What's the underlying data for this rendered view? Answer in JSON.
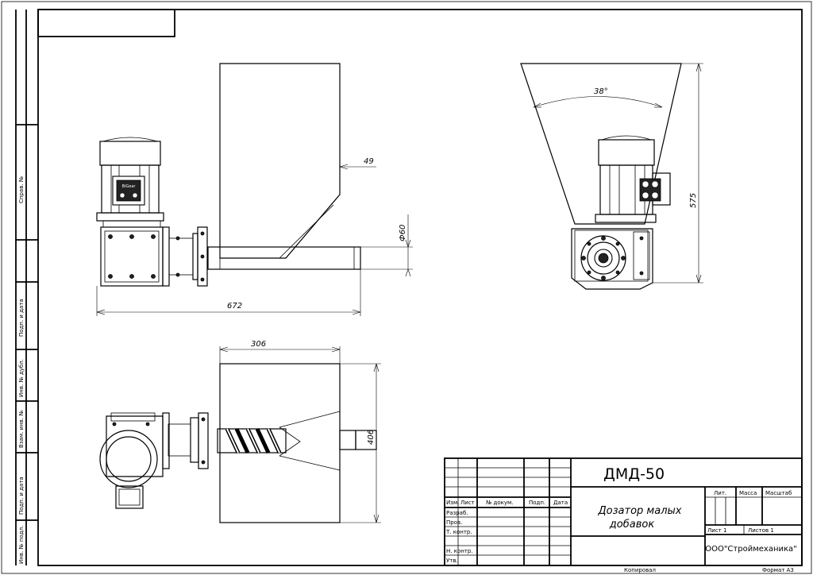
{
  "side_strip": {
    "sprav_no": "Справ. №",
    "podp_data_top": "Подп. и дата",
    "inv_dubl": "Инв. № дубл.",
    "vzam_inv": "Взам. инв. №",
    "podp_data_bottom": "Подп. и дата",
    "inv_podl": "Инв. № подл."
  },
  "dimensions": {
    "d49": "49",
    "d60": "Ф60",
    "d672": "672",
    "d38": "38°",
    "d575": "575",
    "d306": "306",
    "d406": "406"
  },
  "title_block": {
    "designation": "ДМД-50",
    "name_line1": "Дозатор малых",
    "name_line2": "добавок",
    "company": "ООО\"Строймеханика\"",
    "headers": {
      "izm": "Изм.",
      "list": "Лист",
      "no_dokum": "№ докум.",
      "podp": "Подп.",
      "data": "Дата"
    },
    "rows": {
      "razrab": "Разраб.",
      "prov": "Пров.",
      "t_kontr": "Т. контр.",
      "n_kontr": "Н. контр.",
      "utv": "Утв."
    },
    "lit": "Лит.",
    "massa": "Масса",
    "masshtab": "Масштаб",
    "sheet": "Лист 1",
    "sheets": "Листов 1",
    "motor_badge": "BiGear"
  },
  "bottom": {
    "copied": "Копировал",
    "format": "Формат А3"
  }
}
